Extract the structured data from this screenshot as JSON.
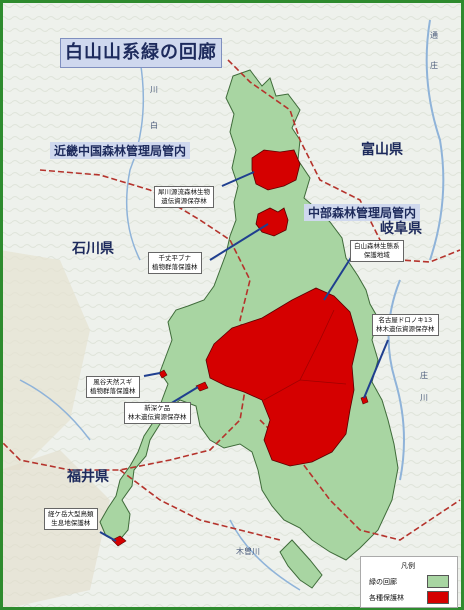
{
  "title": "白山山系緑の回廊",
  "regions": {
    "kinki": "近畿中国森林管理局管内",
    "chubu": "中部森林管理局管内",
    "toyama": "富山県",
    "gifu": "岐阜県",
    "ishikawa": "石川県",
    "fukui": "福井県"
  },
  "callouts": {
    "c1": [
      "犀川源流森林生物",
      "遺伝資源保存林"
    ],
    "c2": [
      "千丈平ブナ",
      "植物群落保護林"
    ],
    "c3": [
      "白山森林生態系",
      "保護地域"
    ],
    "c4": [
      "名古屋ドロノキ13",
      "林木遺伝資源保存林"
    ],
    "c5": [
      "風谷天然スギ",
      "植物群落保護林"
    ],
    "c6": [
      "新深ケ品",
      "林木遺伝資源保存林"
    ],
    "c7": [
      "経ケ岳大型鳥類",
      "生息地保護林"
    ]
  },
  "places": {
    "p1": "通",
    "p2": "庄",
    "p3": "川",
    "p4": "白",
    "p5": "庄",
    "p6": "川",
    "p7": "木曽川"
  },
  "legend": {
    "title": "凡例",
    "items": [
      {
        "label": "緑の回廊",
        "color": "#a8d5a2"
      },
      {
        "label": "各種保護林",
        "color": "#d50000"
      }
    ]
  },
  "colors": {
    "corridor": "#a8d5a2",
    "protected": "#d50000",
    "boundary": "#b5332c",
    "leader": "#1f3f8f",
    "frame": "#2e8b2e"
  }
}
